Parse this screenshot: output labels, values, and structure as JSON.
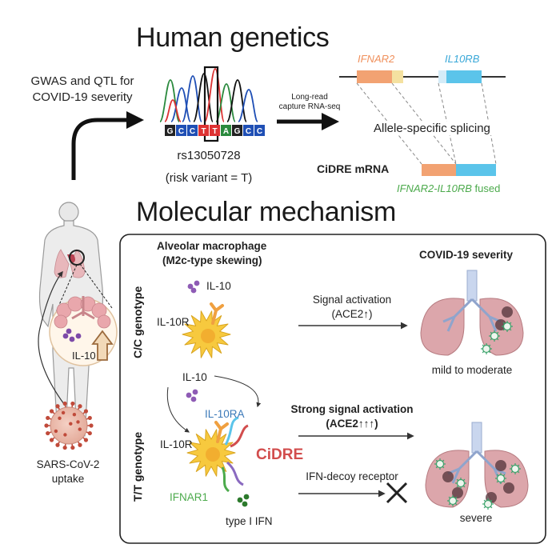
{
  "header": {
    "title_top": "Human genetics",
    "title_mid": "Molecular mechanism"
  },
  "genetics": {
    "gwas_line1": "GWAS and QTL for",
    "gwas_line2": "COVID-19 severity",
    "variant_id": "rs13050728",
    "risk_variant": "(risk variant = T)",
    "method_line1": "Long-read",
    "method_line2": "capture RNA-seq",
    "gene_a": "IFNAR2",
    "gene_b": "IL10RB",
    "splicing": "Allele-specific splicing",
    "cidre_mrna": "CiDRE mRNA",
    "fused_genes": "IFNAR2-IL10RB",
    "fused_word": " fused",
    "sequence": [
      "G",
      "C",
      "C",
      "T",
      "T",
      "A",
      "G",
      "C",
      "C"
    ]
  },
  "mechanism": {
    "cell_title1": "Alveolar macrophage",
    "cell_title2": "(M2c-type skewing)",
    "severity_title": "COVID-19 severity",
    "cc_genotype": "C/C genotype",
    "tt_genotype": "T/T genotype",
    "il10": "IL-10",
    "il10r": "IL-10R",
    "il10ra": "IL-10RA",
    "cidre": "CiDRE",
    "ifnar1": "IFNAR1",
    "type1_ifn": "type I IFN",
    "signal1_line1": "Signal activation",
    "signal1_line2": "(ACE2↑)",
    "signal2_line1": "Strong signal activation",
    "signal2_line2": "(ACE2↑↑↑)",
    "decoy": "IFN-decoy receptor",
    "outcome_mild": "mild to moderate",
    "outcome_severe": "severe"
  },
  "left_panel": {
    "il10_inset": "IL-10",
    "sars_line1": "SARS-CoV-2",
    "sars_line2": "uptake"
  },
  "colors": {
    "ifnar2": "#f2a272",
    "il10rb": "#5bc4ea",
    "il10ra_text": "#3a78b8",
    "cidre_text": "#d24d4d",
    "ifnar1_text": "#4caa4c",
    "fused_text": "#4caa4c",
    "macrophage": "#f7c93e",
    "lung": "#d9a3a8",
    "virus": "#c04a3a"
  },
  "icons": [
    "human-body-icon",
    "lung-icon",
    "macrophage-icon",
    "virus-icon",
    "sequencing-chromatogram-icon",
    "block-x-icon"
  ]
}
